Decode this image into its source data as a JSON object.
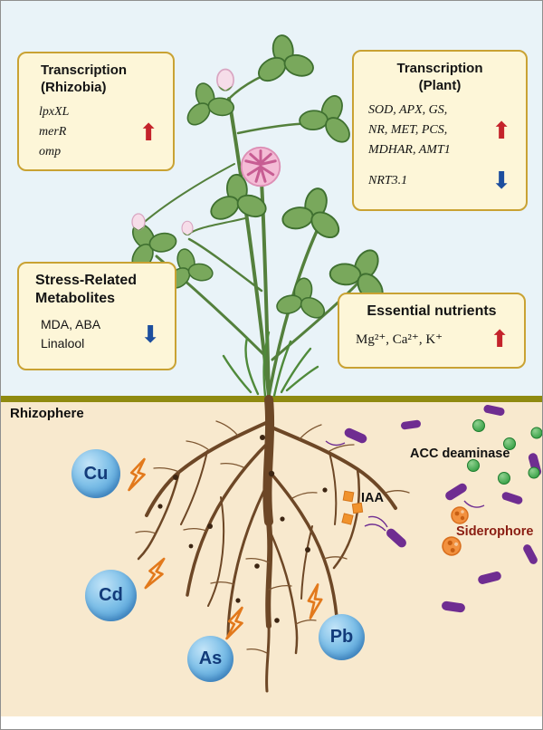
{
  "panels": {
    "transcription_rhizobia": {
      "title_line1": "Transcription",
      "title_line2": "(Rhizobia)",
      "genes": [
        "lpxXL",
        "merR",
        "omp"
      ],
      "arrow": "up"
    },
    "transcription_plant": {
      "title_line1": "Transcription",
      "title_line2": "(Plant)",
      "up_lines": [
        "SOD, APX, GS,",
        "NR, MET, PCS,",
        "MDHAR, AMT1"
      ],
      "down_line": "NRT3.1"
    },
    "stress_metabolites": {
      "title_line1": "Stress-Related",
      "title_line2": "Metabolites",
      "items_line1": "MDA, ABA",
      "items_line2": "Linalool",
      "arrow": "down"
    },
    "essential_nutrients": {
      "title": "Essential nutrients",
      "items": "Mg²⁺, Ca²⁺, K⁺",
      "arrow": "up"
    }
  },
  "rhizosphere": {
    "label": "Rhizophere",
    "metals": [
      "Cu",
      "Cd",
      "As",
      "Pb"
    ],
    "labels": {
      "acc": "ACC deaminase",
      "iaa": "IAA",
      "siderophore": "Siderophore"
    }
  },
  "icons": {
    "up_arrow": "⬆",
    "down_arrow": "⬇",
    "lightning": "lightning-bolt",
    "bacterium": "purple-rod-bacterium",
    "acc_dot": "green-enzyme-dot",
    "iaa_square": "orange-square",
    "siderophore_blob": "orange-granule-cluster"
  },
  "colors": {
    "sky_bg": "#e9f3f8",
    "soil_bg": "#f8e9ce",
    "divider": "#8f8a10",
    "box_bg": "#fdf6d8",
    "box_border": "#c9a233",
    "up_arrow": "#c4232b",
    "down_arrow": "#1c4e9e",
    "metal_circle": "#5aa7dd",
    "metal_text": "#123b7a",
    "bacteria": "#6f2d91",
    "acc_dot": "#2f9c3f",
    "iaa_orange": "#f0922c",
    "siderophore_text": "#8a1d12",
    "root_brown": "#6d4726",
    "leaf_green": "#79a85c",
    "flower_pink": "#f4bcd6"
  }
}
